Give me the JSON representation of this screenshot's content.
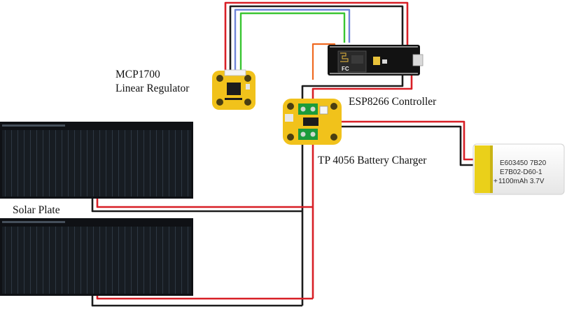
{
  "labels": {
    "regulator_line1": "MCP1700",
    "regulator_line2": "Linear Regulator",
    "controller": "ESP8266 Controller",
    "charger": "TP 4056 Battery Charger",
    "solar": "Solar Plate"
  },
  "battery": {
    "line1": "E603450 7B20",
    "line2": "E7B02-D60-1",
    "line3": "1100mAh 3.7V"
  },
  "colors": {
    "wire_positive": "#d81f26",
    "wire_ground": "#1c1c1c",
    "wire_signal_blue": "#6f86d8",
    "wire_signal_green": "#39c531",
    "wire_orange": "#ef6a22",
    "board_pcb": "#121212",
    "breakout_board": "#f1c21b",
    "battery_body": "#f6f6f6",
    "battery_label": "#ead01a",
    "terminal_block": "#1b9b3a"
  },
  "icons": {
    "esp_logo": "fc-logo-icon",
    "usb_port": "usb-port-icon",
    "wifi_antenna": "antenna-icon"
  }
}
